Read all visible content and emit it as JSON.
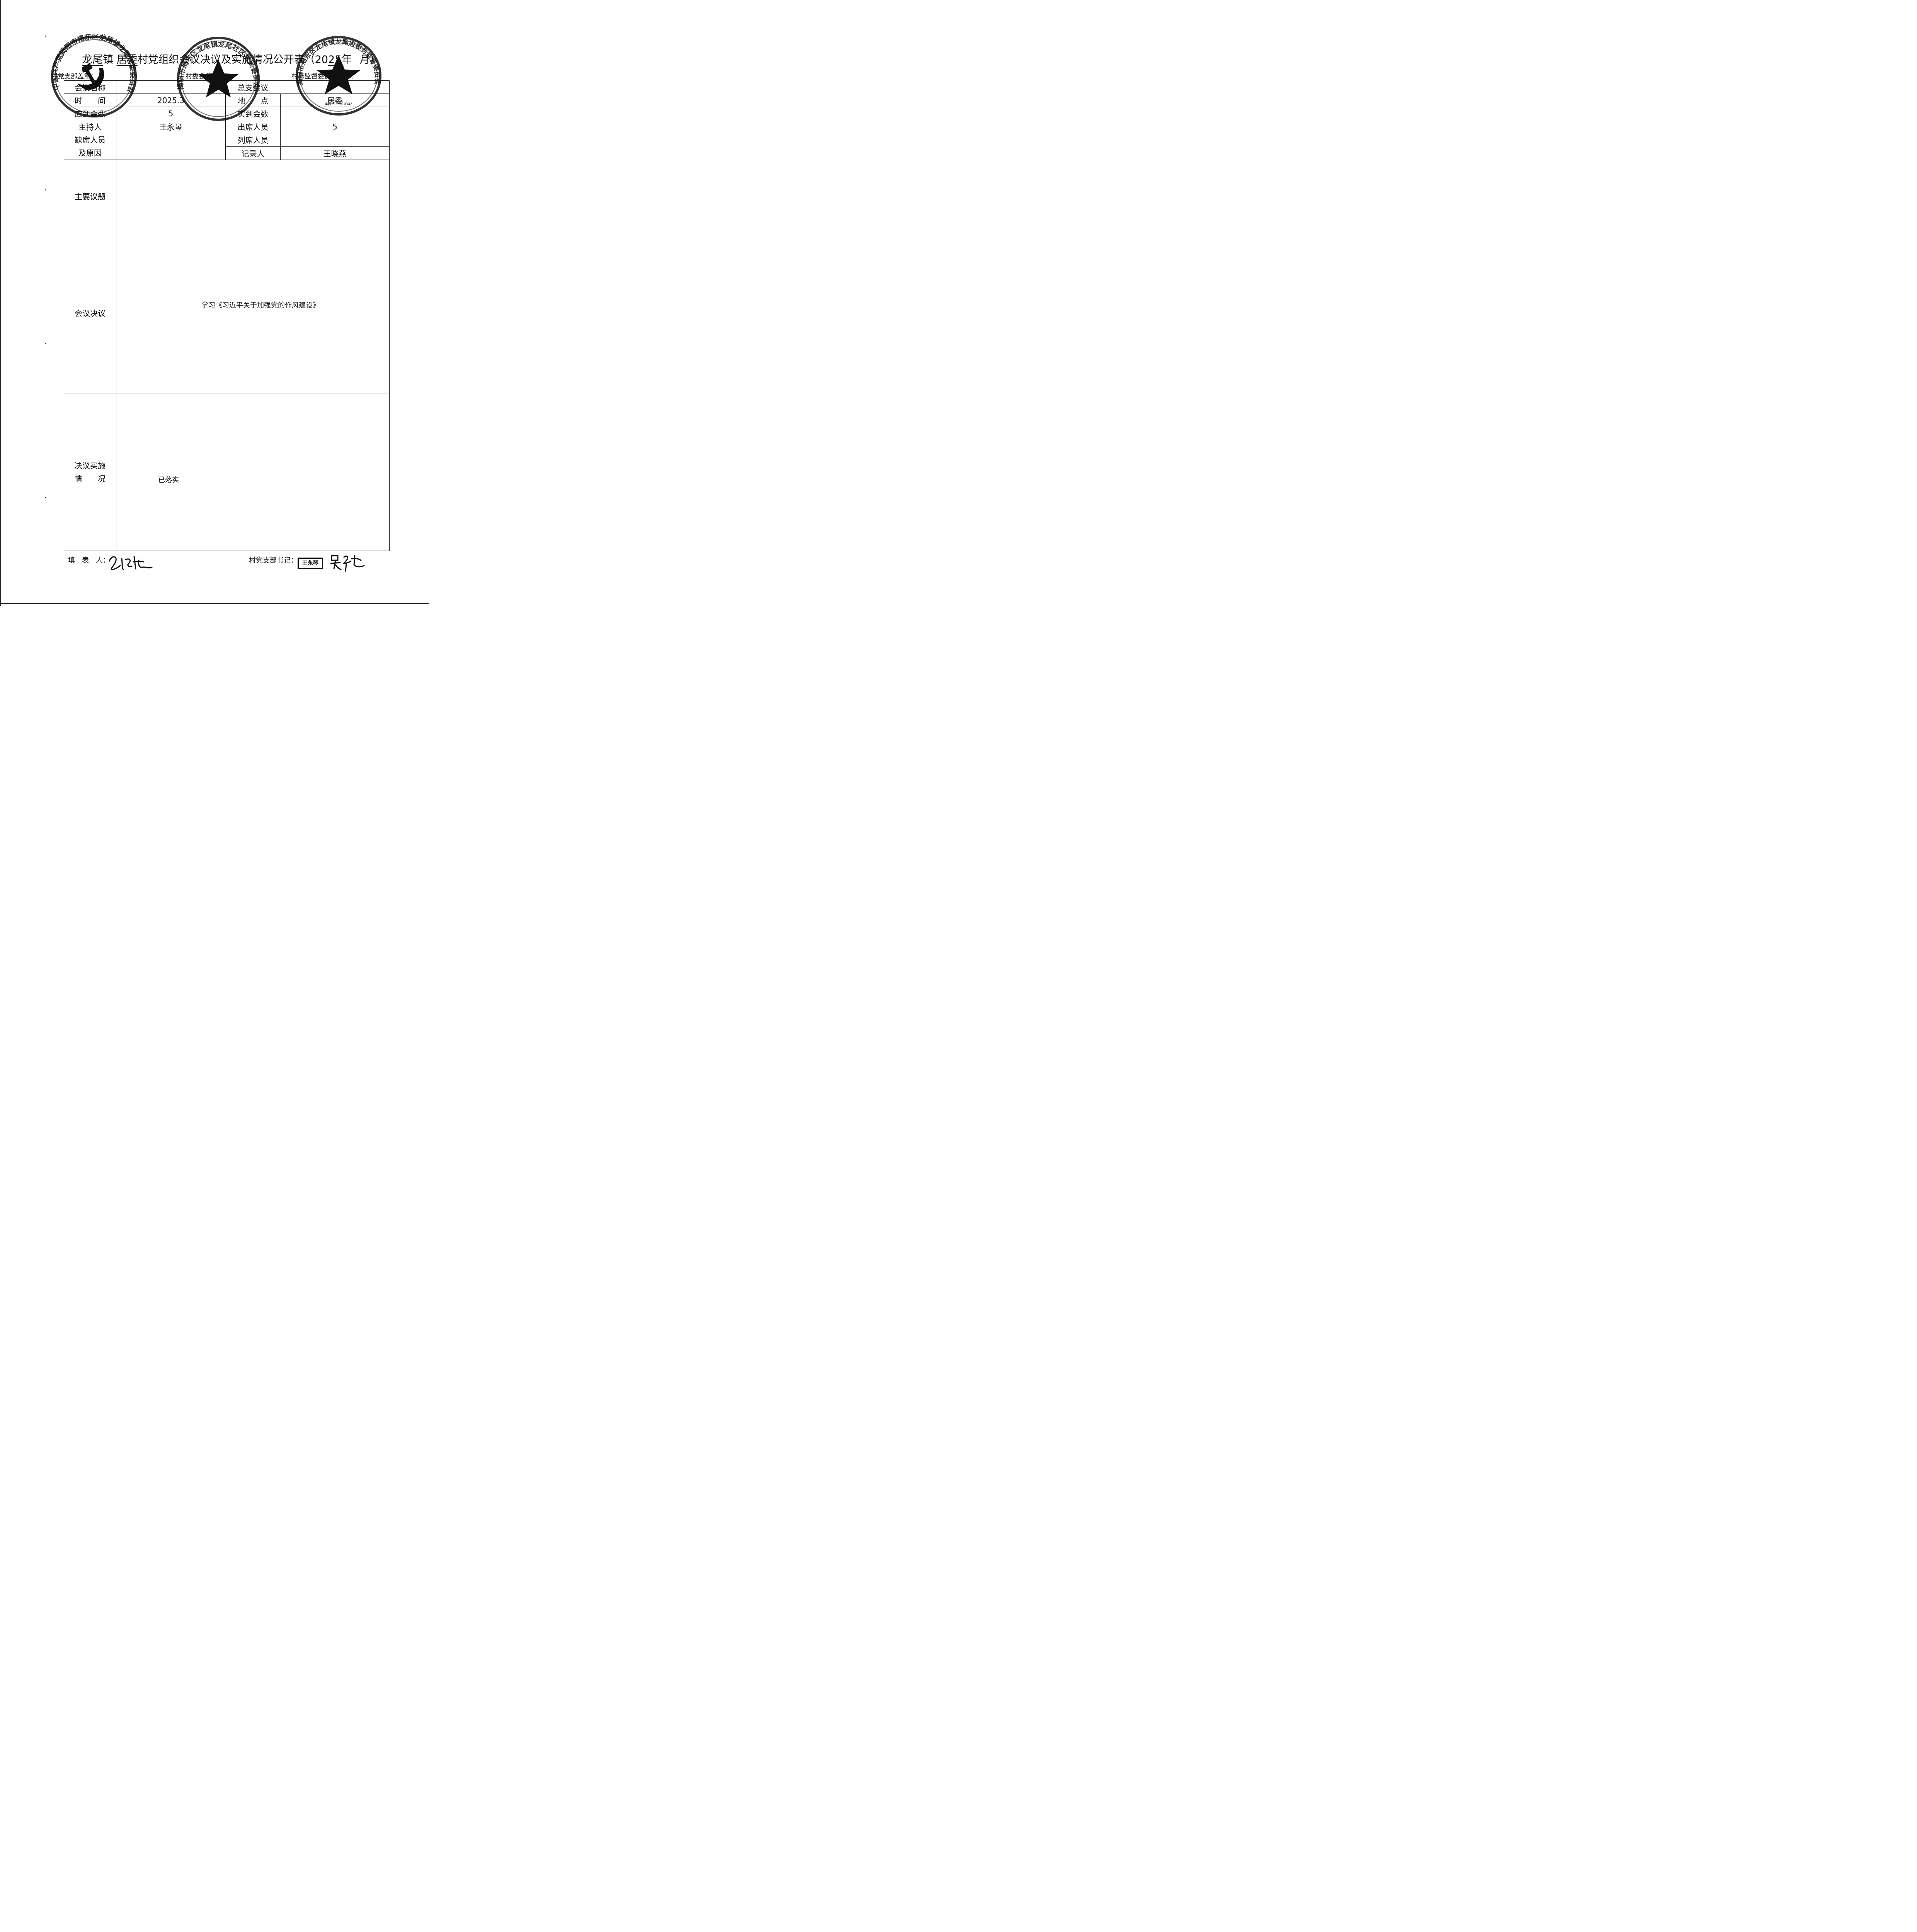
{
  "title": {
    "town": "龙尾",
    "town_suffix": "镇",
    "village": "居委",
    "main": "村党组织会议决议及实施情况公开表（",
    "year_prefix": "20",
    "year_digits": "25",
    "year_suffix": "年",
    "month_suffix": "月）"
  },
  "seal_labels": {
    "party_branch": "村党支部盖章：",
    "village_committee": "村委会盖章：",
    "supervision_committee": "村务监督委员会盖章："
  },
  "table": {
    "meeting_name_label": "会议名称",
    "meeting_name_value": "总支会议",
    "time_label": "时　　间",
    "time_value": "2025.3",
    "location_label": "地　　点",
    "location_value": "居委",
    "expected_label": "应到会数",
    "expected_value": "5",
    "actual_label": "实到会数",
    "actual_value": "",
    "host_label": "主持人",
    "host_value": "王永琴",
    "present_label": "出席人员",
    "present_value": "5",
    "absent_label_line1": "缺席人员",
    "absent_label_line2": "及原因",
    "absent_value": "",
    "observer_label": "列席人员",
    "observer_value": "",
    "recorder_label": "记录人",
    "recorder_value": "王晓燕",
    "topics_label": "主要议题",
    "topics_value": "",
    "resolution_label": "会议决议",
    "resolution_value": "学习《习近平关于加强党的作风建设》",
    "implementation_label_line1": "决议实施",
    "implementation_label_line2": "情　　况",
    "implementation_value": "已落实"
  },
  "footer": {
    "filler_label": "填　表　人：",
    "secretary_label": "村党支部书记：",
    "secretary_name_stamp": "王永琴"
  },
  "stamps": [
    {
      "name": "party-committee-seal",
      "text": "中国共产党揭阳市揭东区龙尾镇龙尾居委委员会",
      "center_symbol": "hammer-sickle",
      "color": "#111111"
    },
    {
      "name": "village-committee-seal",
      "text": "揭阳市揭东区龙尾镇龙尾社区居民委员会",
      "center_symbol": "star",
      "color": "#111111"
    },
    {
      "name": "supervision-committee-seal",
      "text": "揭阳市揭东区龙尾镇龙尾居委务监督委员会",
      "center_symbol": "star",
      "serial": "4452230010342",
      "color": "#111111"
    }
  ]
}
